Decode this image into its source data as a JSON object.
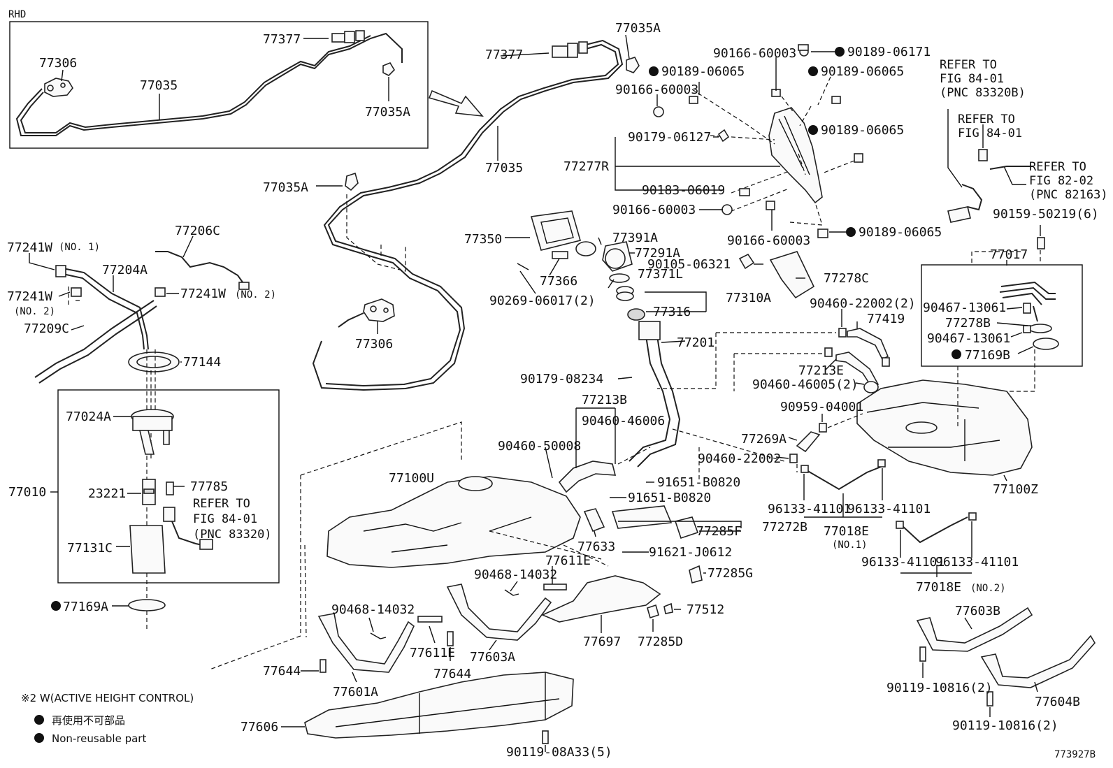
{
  "header": {
    "rhd_label": "RHD",
    "drawing_number": "773927B"
  },
  "legend": {
    "note_w": "※2 W(ACTIVE HEIGHT CONTROL)",
    "reuse_jp": "再使用不可部品",
    "reuse_en": "Non-reusable part"
  },
  "labels": {
    "p77377_rhd": "77377",
    "p77306_rhd": "77306",
    "p77035_rhd": "77035",
    "p77035A_rhd": "77035A",
    "p77035A_top": "77035A",
    "p77377": "77377",
    "p77035": "77035",
    "p77035A_mid": "77035A",
    "p77306": "77306",
    "p90166_60003_a": "90166-60003",
    "p90189_06171": "90189-06171",
    "p90189_06065_a": "90189-06065",
    "p90189_06065_b": "90189-06065",
    "p90166_60003_b": "90166-60003",
    "p90189_06065_c": "90189-06065",
    "p90179_06127": "90179-06127",
    "p77277R": "77277R",
    "p90183_06019": "90183-06019",
    "p90166_60003_c": "90166-60003",
    "p90166_60003_d": "90166-60003",
    "p90189_06065_d": "90189-06065",
    "p77350": "77350",
    "p77391A": "77391A",
    "p77291A": "77291A",
    "p77366": "77366",
    "p77371L": "77371L",
    "p90269_06017": "90269-06017(2)",
    "p77316": "77316",
    "p77310A": "77310A",
    "p90105_06321": "90105-06321",
    "p77278C": "77278C",
    "p77201": "77201",
    "p90179_08234": "90179-08234",
    "p77213B": "77213B",
    "p90460_46006": "90460-46006",
    "p90460_50008": "90460-50008",
    "p91651_B0820_a": "91651-B0820",
    "p91651_B0820_b": "91651-B0820",
    "p77100U": "77100U",
    "p77272B": "77272B",
    "p77285F": "77285F",
    "p77633": "77633",
    "p91621_J0612": "91621-J0612",
    "p77611E_a": "77611E",
    "p90468_14032_a": "90468-14032",
    "p77285G": "77285G",
    "p77512": "77512",
    "p77697": "77697",
    "p77285D": "77285D",
    "p90468_14032_b": "90468-14032",
    "p77611E_b": "77611E",
    "p77603A": "77603A",
    "p77644_a": "77644",
    "p77644_b": "77644",
    "p77601A": "77601A",
    "p77606": "77606",
    "p90119_08A33": "90119-08A33(5)",
    "p77241W_1": "77241W",
    "p77241W_1_note": "(NO. 1)",
    "p77206C": "77206C",
    "p77204A": "77204A",
    "p77241W_2": "77241W",
    "p77241W_2_note": "(NO. 2)",
    "p77241W_3": "77241W",
    "p77241W_3_note": "(NO. 2)",
    "p77209C": "77209C",
    "p77144": "77144",
    "p77024A": "77024A",
    "p77010": "77010",
    "p23221": "23221",
    "p77785": "77785",
    "p77131C": "77131C",
    "p77169A": "77169A",
    "p90460_22002_2": "90460-22002(2)",
    "p77419": "77419",
    "p77213E": "77213E",
    "p90460_46005": "90460-46005(2)",
    "p90959_04001": "90959-04001",
    "p77269A": "77269A",
    "p90460_22002": "90460-22002",
    "p77100Z": "77100Z",
    "p96133_41101_a": "96133-41101",
    "p96133_41101_b": "96133-41101",
    "p77018E_1": "77018E",
    "p77018E_1_note": "(NO.1)",
    "p96133_41101_c": "96133-41101",
    "p96133_41101_d": "96133-41101",
    "p77018E_2": "77018E",
    "p77018E_2_note": "(NO.2)",
    "p77603B": "77603B",
    "p90119_10816_a": "90119-10816(2)",
    "p77604B": "77604B",
    "p90119_10816_b": "90119-10816(2)",
    "p77017": "77017",
    "p90467_13061_a": "90467-13061",
    "p77278B": "77278B",
    "p90467_13061_b": "90467-13061",
    "p77169B": "77169B",
    "p90159_50219": "90159-50219(6)"
  },
  "references": {
    "fig_84_01_a_l1": "REFER TO",
    "fig_84_01_a_l2": "FIG 84-01",
    "fig_84_01_a_l3": "(PNC 83320B)",
    "fig_84_01_b_l1": "REFER TO",
    "fig_84_01_b_l2": "FIG 84-01",
    "fig_82_02_l1": "REFER TO",
    "fig_82_02_l2": "FIG 82-02",
    "fig_82_02_l3": "(PNC 82163)",
    "fig_84_01_c_l1": "REFER TO",
    "fig_84_01_c_l2": "FIG 84-01",
    "fig_84_01_c_l3": "(PNC 83320)"
  }
}
